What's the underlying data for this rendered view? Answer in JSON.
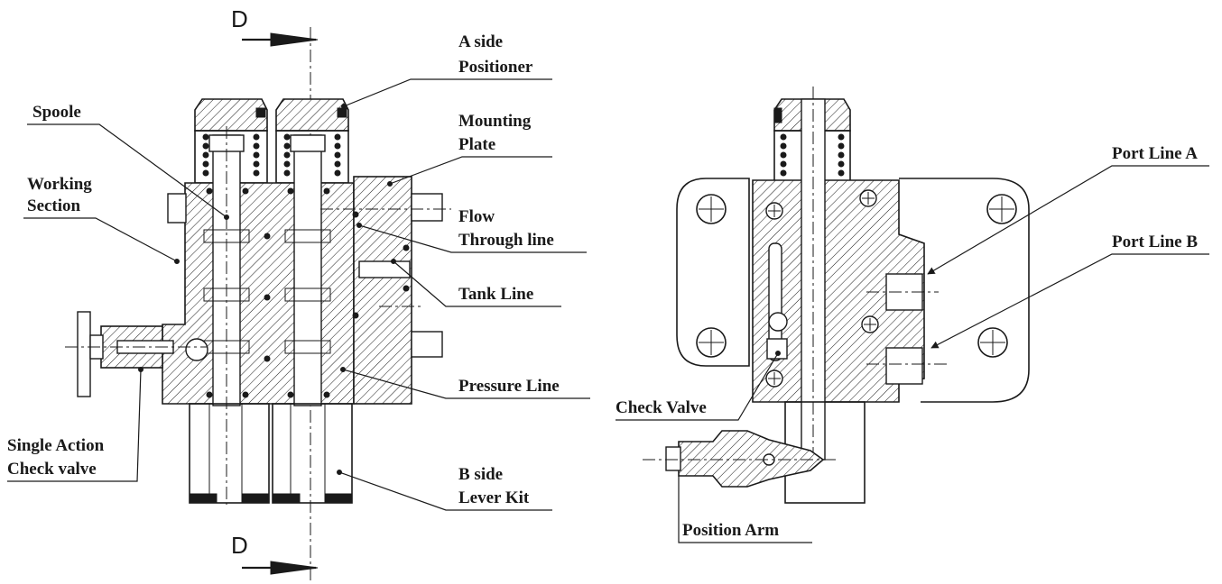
{
  "labels": {
    "section_mark_top": "D",
    "section_mark_bottom": "D",
    "a_side_1": "A side",
    "a_side_2": "Positioner",
    "spoole": "Spoole",
    "mounting_1": "Mounting",
    "mounting_2": "Plate",
    "working_1": "Working",
    "working_2": "Section",
    "flow_1": "Flow",
    "flow_2": "Through line",
    "tank": "Tank Line",
    "pressure": "Pressure Line",
    "single_1": "Single Action",
    "single_2": "Check valve",
    "b_side_1": "B side",
    "b_side_2": "Lever Kit",
    "port_a": "Port Line A",
    "port_b": "Port Line B",
    "check_valve": "Check Valve",
    "position_arm": "Position Arm"
  }
}
